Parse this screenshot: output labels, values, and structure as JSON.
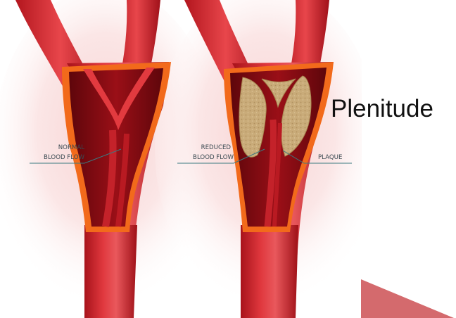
{
  "side_title": "Plenitude",
  "labels": {
    "normal_line1": "NORMAL",
    "normal_line2": "BLOOD FLOW",
    "reduced_line1": "REDUCED",
    "reduced_line2": "BLOOD FLOW",
    "plaque": "PLAQUE"
  },
  "colors": {
    "artery_red": "#d8232a",
    "artery_dark": "#8c0d14",
    "artery_outline": "#f26a1b",
    "plaque": "#c8aa78",
    "callout_line": "#3a7a80",
    "background_glow": "#f6cfcf",
    "corner_shape": "#d46a6d"
  }
}
